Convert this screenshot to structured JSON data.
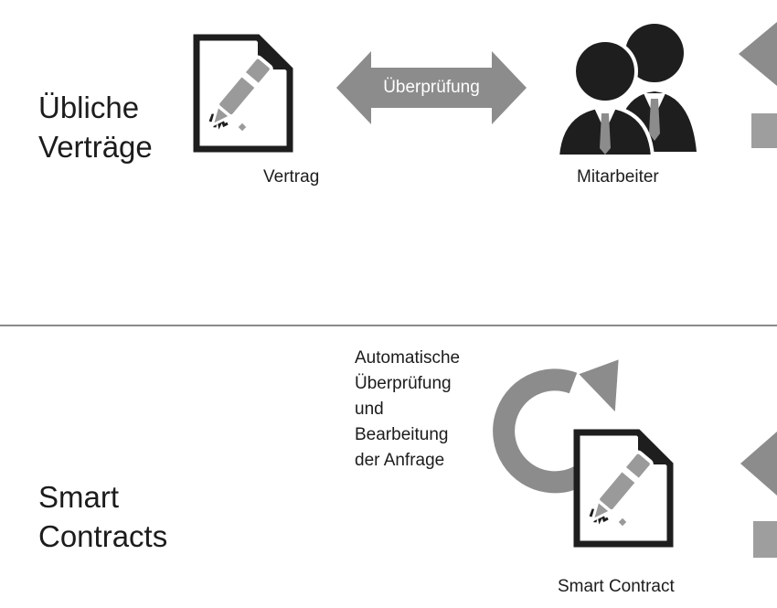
{
  "top": {
    "title_line1": "Übliche",
    "title_line2": "Verträge",
    "contract_caption": "Vertrag",
    "arrow_label": "Überprüfung",
    "employee_caption": "Mitarbeiter"
  },
  "bottom": {
    "title_line1": "Smart",
    "title_line2": "Contracts",
    "note_lines": [
      "Automatische",
      "Überprüfung",
      "und",
      "Bearbeitung",
      "der Anfrage"
    ],
    "contract_caption": "Smart Contract"
  },
  "colors": {
    "dark": "#1e1e1e",
    "mid_gray": "#8c8c8c",
    "light_gray": "#9e9e9e",
    "divider": "#8a8a8a"
  },
  "icons": [
    "document-pen-icon",
    "double-arrow-icon",
    "employees-icon",
    "circular-arrow-icon"
  ]
}
